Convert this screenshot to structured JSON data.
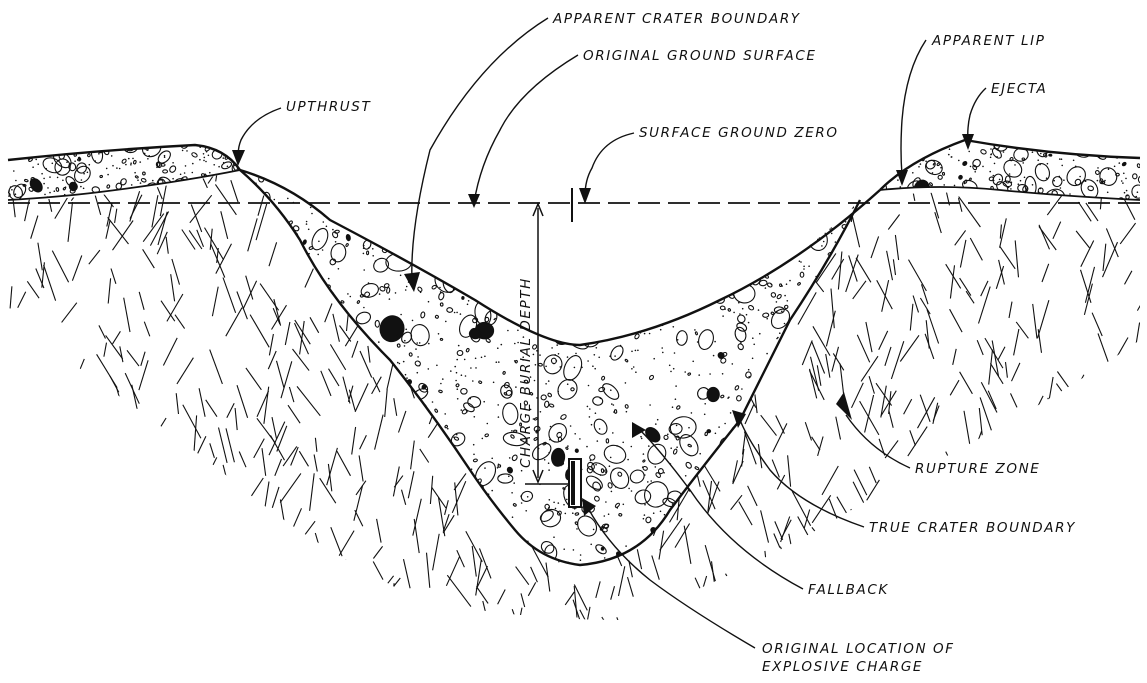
{
  "labels": {
    "apparent_crater_boundary": "APPARENT CRATER BOUNDARY",
    "original_ground_surface": "ORIGINAL GROUND SURFACE",
    "apparent_lip": "APPARENT LIP",
    "ejecta": "EJECTA",
    "upthrust": "UPTHRUST",
    "surface_ground_zero": "SURFACE GROUND ZERO",
    "charge_burial_depth": "CHARGE BURIAL DEPTH",
    "rupture_zone": "RUPTURE ZONE",
    "true_crater_boundary": "TRUE CRATER BOUNDARY",
    "fallback": "FALLBACK",
    "original_location_line1": "ORIGINAL LOCATION OF",
    "original_location_line2": "EXPLOSIVE CHARGE"
  },
  "colors": {
    "ink": "#111111",
    "background": "#ffffff"
  }
}
